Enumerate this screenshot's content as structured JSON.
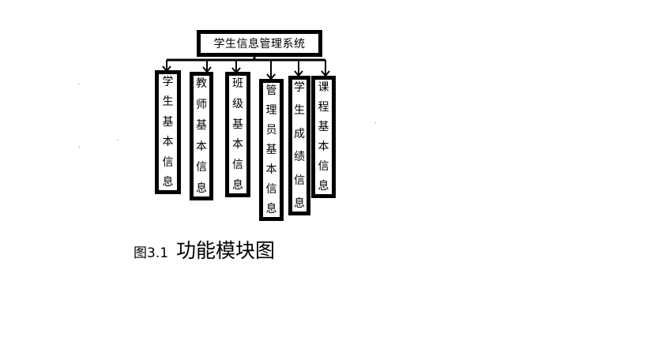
{
  "colors": {
    "line": "#000000",
    "background": "#ffffff"
  },
  "diagram": {
    "root": {
      "label": "学生信息管理系统"
    },
    "modules": [
      {
        "chars": [
          "学",
          "生",
          "基",
          "本",
          "信",
          "息"
        ]
      },
      {
        "chars": [
          "教",
          "师",
          "基",
          "本",
          "信",
          "息"
        ]
      },
      {
        "chars": [
          "班",
          "级",
          "基",
          "本",
          "信",
          "息"
        ]
      },
      {
        "chars": [
          "管",
          "理",
          "员",
          "基",
          "本",
          "信",
          "息"
        ]
      },
      {
        "chars": [
          "学",
          "生",
          "成",
          "绩",
          "信",
          "息"
        ]
      },
      {
        "chars": [
          "课",
          "程",
          "基",
          "本",
          "信",
          "息"
        ]
      }
    ]
  },
  "caption": {
    "number": "图3.1",
    "title": "功能模块图"
  }
}
